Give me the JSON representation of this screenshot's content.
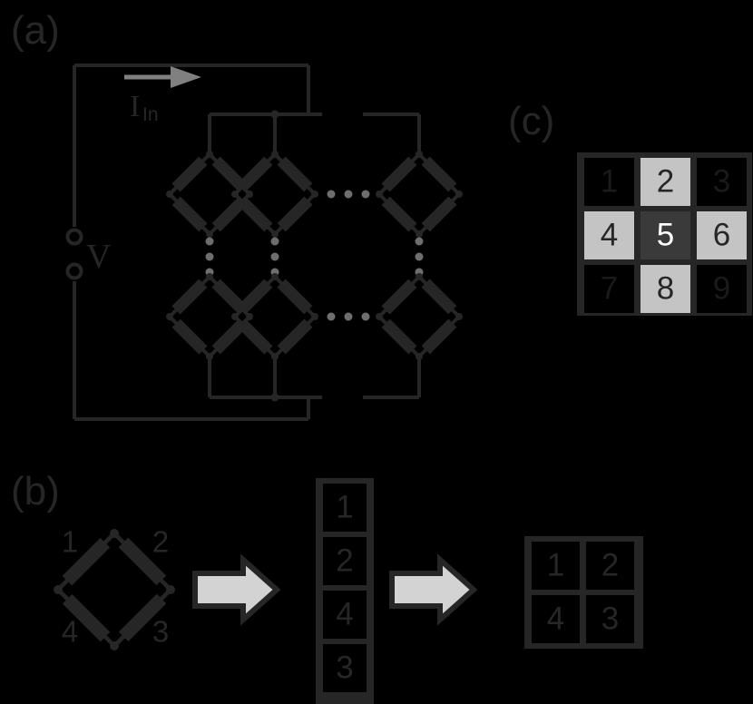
{
  "figure": {
    "background": "#000000",
    "line_color": "#262626",
    "ellipsis_color": "#6e6e6e",
    "arrow_fill": "#d3d3d3",
    "arrow_outline": "#262626"
  },
  "panels": {
    "a": {
      "label": "(a)",
      "current_label_main": "I",
      "current_label_sub": "In",
      "voltage_label": "V",
      "horizontal_ellipsis": "• • •",
      "vertical_ellipsis": "⋮",
      "terminal_count": 2,
      "diamond_rows": 2,
      "diamonds_per_row": 3
    },
    "b": {
      "label": "(b)",
      "diamond_edge_labels": {
        "top_left": "1",
        "top_right": "2",
        "bottom_right": "3",
        "bottom_left": "4"
      },
      "arrow1_name": "arrow-right-1",
      "arrow2_name": "arrow-right-2",
      "column_vector": [
        "1",
        "2",
        "4",
        "3"
      ],
      "matrix_2x2": [
        [
          "1",
          "2"
        ],
        [
          "4",
          "3"
        ]
      ]
    },
    "c": {
      "label": "(c)",
      "grid_3x3": [
        [
          {
            "value": "1",
            "fill": "#000000",
            "text": "#1a1a1a"
          },
          {
            "value": "2",
            "fill": "#c4c4c4",
            "text": "#262626"
          },
          {
            "value": "3",
            "fill": "#000000",
            "text": "#1a1a1a"
          }
        ],
        [
          {
            "value": "4",
            "fill": "#c4c4c4",
            "text": "#262626"
          },
          {
            "value": "5",
            "fill": "#3a3a3a",
            "text": "#ffffff"
          },
          {
            "value": "6",
            "fill": "#c4c4c4",
            "text": "#262626"
          }
        ],
        [
          {
            "value": "7",
            "fill": "#000000",
            "text": "#1a1a1a"
          },
          {
            "value": "8",
            "fill": "#c4c4c4",
            "text": "#262626"
          },
          {
            "value": "9",
            "fill": "#000000",
            "text": "#1a1a1a"
          }
        ]
      ]
    }
  }
}
